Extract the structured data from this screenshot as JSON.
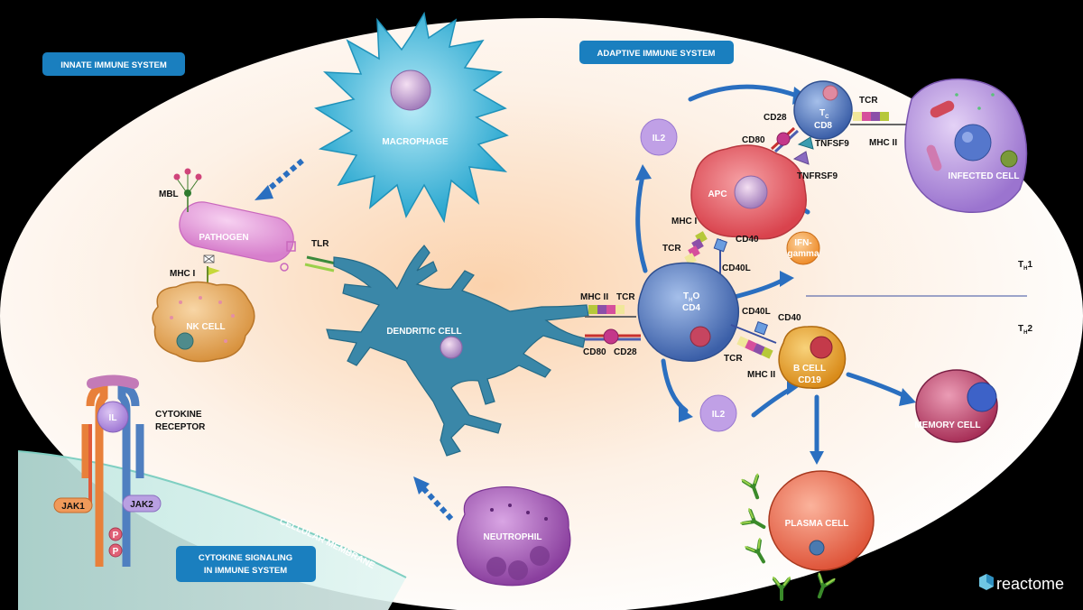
{
  "badges": {
    "innate": "INNATE IMMUNE SYSTEM",
    "adaptive": "ADAPTIVE IMMUNE SYSTEM",
    "signaling_1": "CYTOKINE SIGNALING",
    "signaling_2": "IN IMMUNE SYSTEM"
  },
  "cells": {
    "macrophage": "MACROPHAGE",
    "pathogen": "PATHOGEN",
    "nk_cell": "NK CELL",
    "dendritic_cell": "DENDRITIC CELL",
    "neutrophil": "NEUTROPHIL",
    "apc": "APC",
    "tc_main": "T",
    "tc_sub": "C",
    "cd8": "CD8",
    "th0_main": "T",
    "th0_sub": "H",
    "th0_tail": "O",
    "cd4": "CD4",
    "b_cell": "B CELL",
    "cd19": "CD19",
    "memory_cell": "MEMORY CELL",
    "plasma_cell": "PLASMA CELL",
    "infected_cell": "INFECTED CELL",
    "il2_top": "IL2",
    "il2_bottom": "IL2",
    "ifn_1": "IFN-",
    "ifn_2": "gamma",
    "il": "IL"
  },
  "molecules": {
    "mbl": "MBL",
    "mhc1_nk": "MHC I",
    "tlr": "TLR",
    "mhc2_dc": "MHC II",
    "tcr_dc": "TCR",
    "cd80_dc": "CD80",
    "cd28_dc": "CD28",
    "cd28_tc": "CD28",
    "cd80_apc": "CD80",
    "tnfsf9": "TNFSF9",
    "tnfrsf9": "TNFRSF9",
    "tcr_infected": "TCR",
    "mhc2_infected": "MHC II",
    "mhc1_apc": "MHC I",
    "tcr_apc": "TCR",
    "cd40_apc": "CD40",
    "cd40l_apc": "CD40L",
    "cd40l_b": "CD40L",
    "cd40_b": "CD40",
    "tcr_b": "TCR",
    "mhc2_b": "MHC II",
    "cytokine_1": "CYTOKINE",
    "cytokine_2": "RECEPTOR",
    "jak1": "JAK1",
    "jak2": "JAK2",
    "p1": "P",
    "p2": "P"
  },
  "th_labels": {
    "th1_main": "T",
    "th1_sub": "H",
    "th1_tail": "1",
    "th2_main": "T",
    "th2_sub": "H",
    "th2_tail": "2"
  },
  "membrane": "CELLULAR MEMBRANE",
  "brand": "reactome",
  "colors": {
    "badge": "#1a7fbf",
    "macrophage": "#46c0df",
    "dendritic": "#3a87a8",
    "pathogen": "#e79be0",
    "nk": "#e7b06c",
    "apc": "#e05a62",
    "tcell": "#5f86c6",
    "bcell": "#e8a93a",
    "memory": "#c44e72",
    "plasma": "#e86f52",
    "infected": "#b58fde",
    "neutrophil": "#a660b8",
    "il2": "#b98ee0",
    "ifn": "#f3a24a"
  }
}
